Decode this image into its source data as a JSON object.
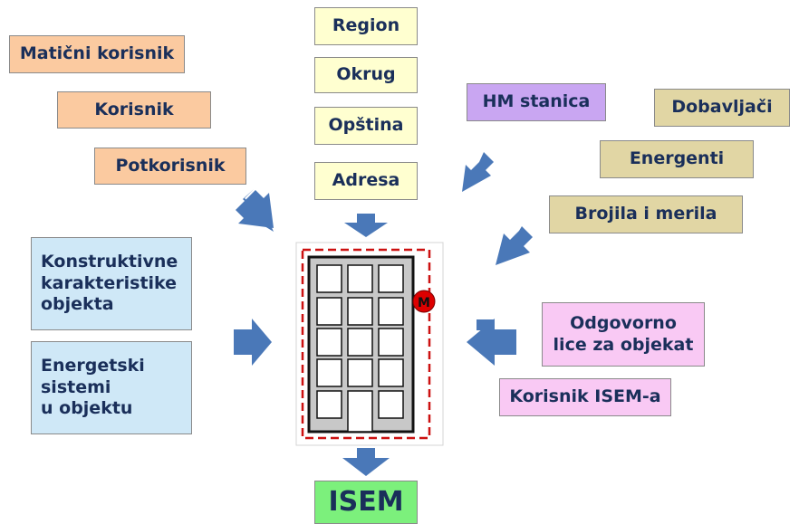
{
  "users": {
    "parent_user": "Matični korisnik",
    "user": "Korisnik",
    "sub_user": "Potkorisnik"
  },
  "location": {
    "region": "Region",
    "district": "Okrug",
    "municipality": "Opština",
    "address": "Adresa"
  },
  "energy_inputs": {
    "hm_station": "HM stanica",
    "suppliers": "Dobavljači",
    "energents": "Energenti",
    "meters": "Brojila i merila"
  },
  "object_properties": {
    "construction": "Konstruktivne\nkarakteristike\nobjekta",
    "energy_systems": "Energetski\nsistemi\nu objektu"
  },
  "responsible": {
    "person": "Odgovorno\nlice za objekat",
    "isem_user": "Korisnik ISEM-a"
  },
  "building": {
    "meter_marker": "M"
  },
  "output": {
    "system": "ISEM"
  },
  "colors": {
    "arrow": "#4a78b8",
    "frame_dash": "#cc1111",
    "marker": "#dd0000"
  }
}
